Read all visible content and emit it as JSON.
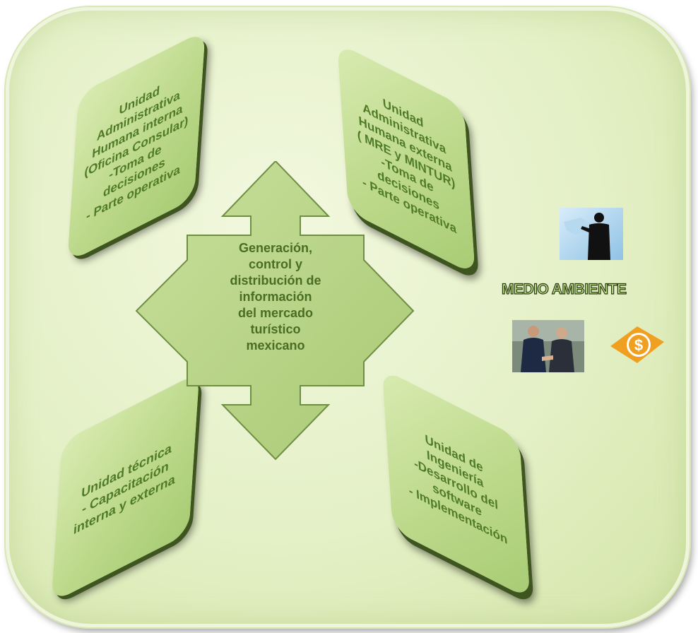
{
  "diagram": {
    "center": "Generación,\ncontrol y\ndistribución de\ninformación\ndel mercado\nturístico\nmexicano",
    "units": [
      {
        "text": "Unidad\nAdministrativa\nHumana interna\n(Oficina Consular)\n-Toma de\ndecisiones\n- Parte operativa"
      },
      {
        "text": "Unidad\nAdministrativa\nHumana externa\n( MRE y MINTUR)\n-Toma de\ndecisiones\n- Parte operativa"
      },
      {
        "text": "Unidad técnica\n- Capacitación\ninterna y externa"
      },
      {
        "text": "Unidad de\nIngeniería\n-Desarrollo del\nsoftware\n- Implementación"
      }
    ],
    "environment_label": "MEDIO AMBIENTE"
  },
  "icons": [
    "businessman-phone-icon",
    "handshake-photo",
    "money-dollar-icon"
  ],
  "colors": {
    "background": "#e4f0c6",
    "card": "#bcd98a",
    "text": "#4f7a26",
    "shadow": "#3e5520",
    "money": "#f0a020"
  }
}
